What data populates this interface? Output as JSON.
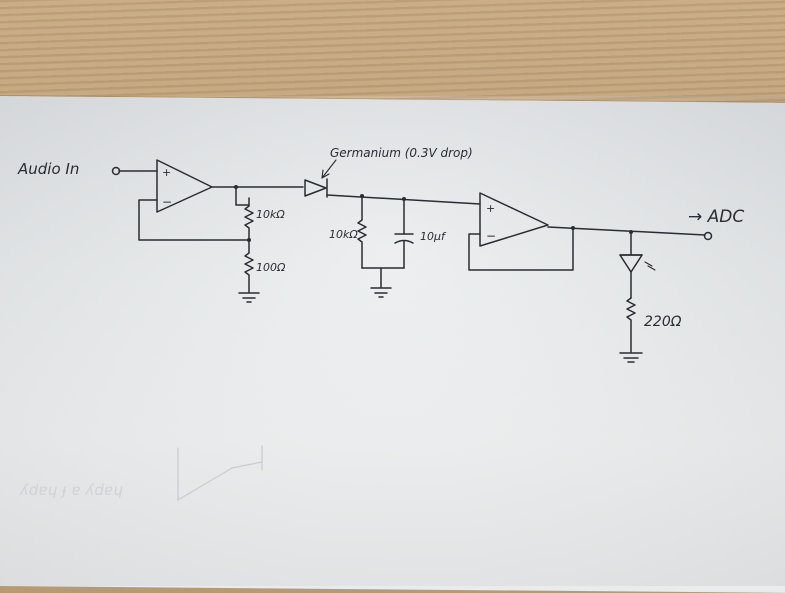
{
  "labels": {
    "audio_in": "Audio In",
    "germanium": "Germanium (0.3V drop)",
    "adc": "→ ADC",
    "r_feedback": "10kΩ",
    "r_gain": "100Ω",
    "r_bleed": "10kΩ",
    "cap": "10μf",
    "r_led": "220Ω",
    "plus": "+",
    "minus": "−",
    "ghost_text": "ʎdɐɥ ɟ ɐ ʎdɐɥ"
  }
}
